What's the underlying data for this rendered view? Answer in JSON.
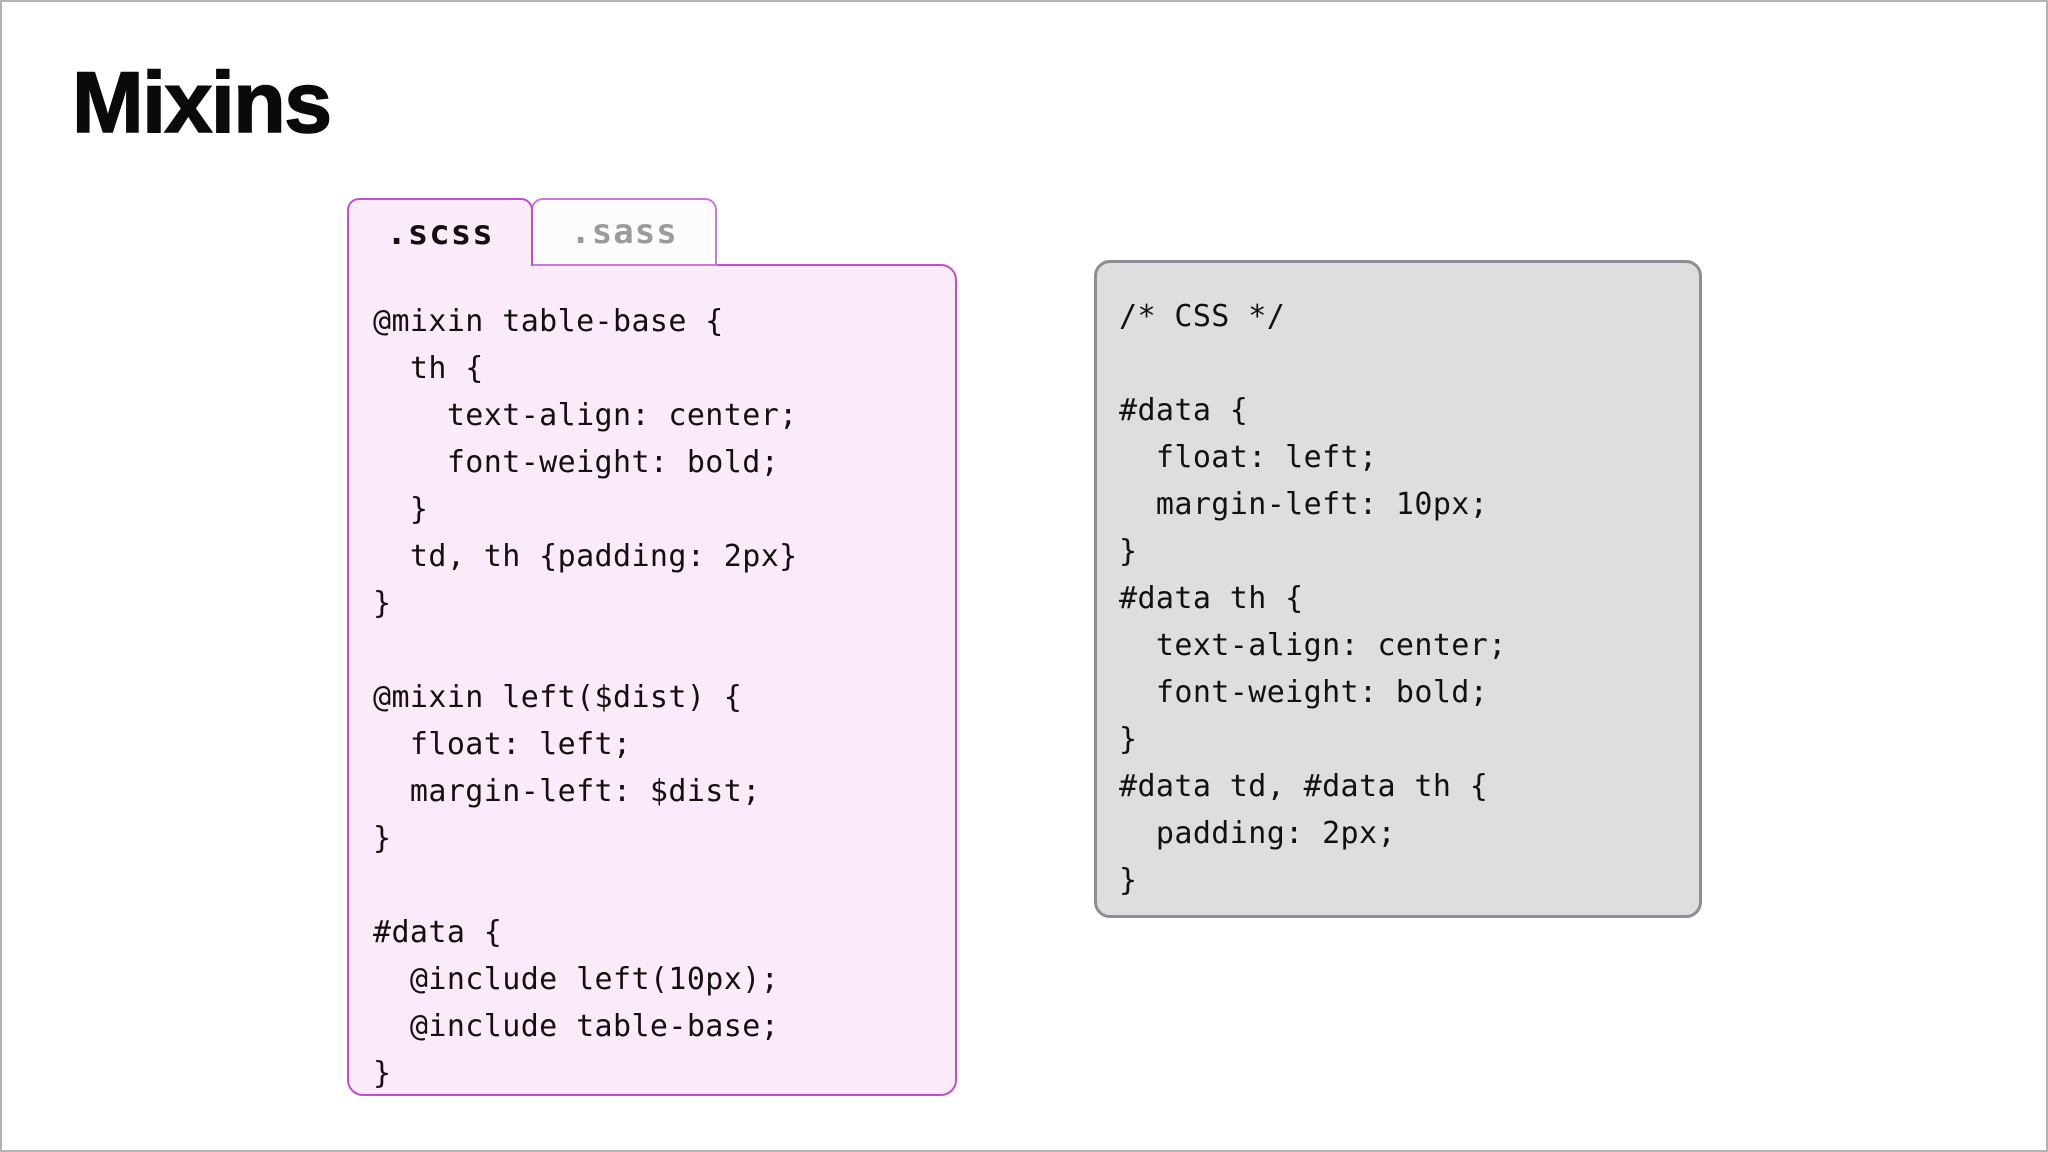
{
  "slide": {
    "title": "Mixins",
    "background_color": "#ffffff",
    "border_color": "#b3b3b3"
  },
  "scss_panel": {
    "accent_color": "#c04fd0",
    "background_color": "#fbeafa",
    "tabs": [
      {
        "label": ".scss",
        "active": true,
        "text_color": "#15100f"
      },
      {
        "label": ".sass",
        "active": false,
        "text_color": "#9b9b9b"
      }
    ],
    "code": "@mixin table-base {\n  th {\n    text-align: center;\n    font-weight: bold;\n  }\n  td, th {padding: 2px}\n}\n\n@mixin left($dist) {\n  float: left;\n  margin-left: $dist;\n}\n\n#data {\n  @include left(10px);\n  @include table-base;\n}",
    "code_lines": [
      "@mixin table-base {",
      "  th {",
      "    text-align: center;",
      "    font-weight: bold;",
      "  }",
      "  td, th {padding: 2px}",
      "}",
      "",
      "@mixin left($dist) {",
      "  float: left;",
      "  margin-left: $dist;",
      "}",
      "",
      "#data {",
      "  @include left(10px);",
      "  @include table-base;",
      "}"
    ]
  },
  "css_panel": {
    "border_color": "#8d8d93",
    "background_color": "#dedee0",
    "code": "/* CSS */\n\n#data {\n  float: left;\n  margin-left: 10px;\n}\n#data th {\n  text-align: center;\n  font-weight: bold;\n}\n#data td, #data th {\n  padding: 2px;\n}",
    "code_lines": [
      "/* CSS */",
      "",
      "#data {",
      "  float: left;",
      "  margin-left: 10px;",
      "}",
      "#data th {",
      "  text-align: center;",
      "  font-weight: bold;",
      "}",
      "#data td, #data th {",
      "  padding: 2px;",
      "}"
    ]
  }
}
